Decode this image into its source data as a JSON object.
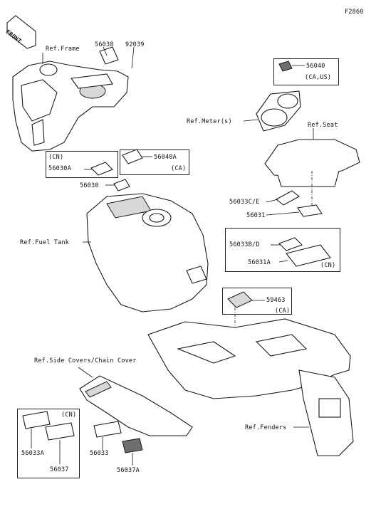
{
  "figure_code": "F2860",
  "front_badge": "FRONT",
  "refs": {
    "frame": "Ref.Frame",
    "meter": "Ref.Meter(s)",
    "seat": "Ref.Seat",
    "fuel_tank": "Ref.Fuel Tank",
    "side_covers": "Ref.Side Covers/Chain Cover",
    "fenders": "Ref.Fenders"
  },
  "parts": {
    "p56038": "56038",
    "p92039": "92039",
    "p56040": "56040",
    "p56040_note": "(CA,US)",
    "p56040a": "56040A",
    "p56040a_note": "(CA)",
    "cn_box_note": "(CN)",
    "p56030a": "56030A",
    "p56030": "56030",
    "p56033ce": "56033C/E",
    "p56031": "56031",
    "p56033bd": "56033B/D",
    "p56031a": "56031A",
    "cn_box2_note": "(CN)",
    "p59463": "59463",
    "p59463_note": "(CA)",
    "cn_box3_note": "(CN)",
    "p56033a": "56033A",
    "p56037": "56037",
    "p56033": "56033",
    "p56037a": "56037A"
  },
  "colors": {
    "line": "#111111",
    "background": "#ffffff",
    "shade": "#d8d8d8"
  }
}
